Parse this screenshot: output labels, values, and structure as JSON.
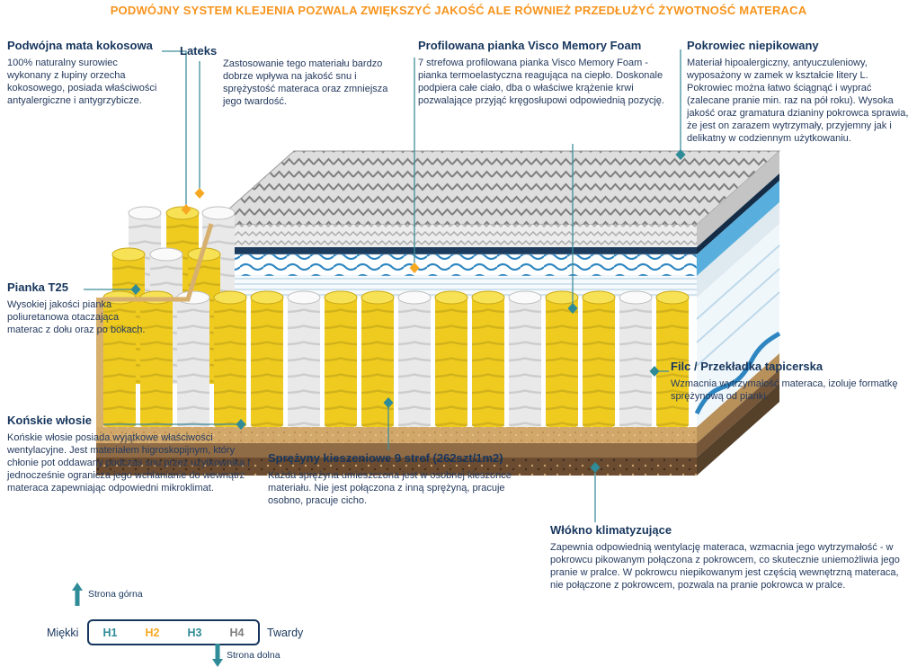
{
  "page": {
    "header": "PODWÓJNY SYSTEM KLEJENIA POZWALA ZWIĘKSZYĆ JAKOŚĆ ALE RÓWNIEŻ PRZEDŁUŻYĆ ŻYWOTNOŚĆ MATERACA"
  },
  "callouts": {
    "coconut_mat": {
      "title": "Podwójna mata kokosowa",
      "body": "100% naturalny surowiec wykonany z łupiny orzecha kokosowego, posiada właściwości antyalergiczne i antygrzybicze."
    },
    "latex": {
      "title": "Lateks",
      "body": "Zastosowanie tego materiału bardzo dobrze wpływa na jakość snu i sprężystość materaca oraz zmniejsza jego twardość."
    },
    "visco": {
      "title": "Profilowana pianka Visco Memory Foam",
      "body": "7 strefowa profilowana pianka Visco Memory Foam - pianka termoelastyczna reagująca na ciepło. Doskonale podpiera całe ciało, dba o właściwe krążenie krwi pozwalające przyjąć kręgosłupowi odpowiednią pozycję."
    },
    "cover": {
      "title": "Pokrowiec niepikowany",
      "body": "Materiał hipoalergiczny, antyuczuleniowy, wyposażony w zamek w kształcie litery L. Pokrowiec można łatwo ściągnąć i wyprać (zalecane pranie min. raz na pół roku). Wysoka jakość oraz gramatura dzianiny pokrowca sprawia, że jest on zarazem wytrzymały, przyjemny jak i delikatny w codziennym użytkowaniu."
    },
    "foam_t25": {
      "title": "Pianka T25",
      "body": "Wysokiej jakości pianka poliuretanowa otaczająca materac z dołu oraz po bokach."
    },
    "horsehair": {
      "title": "Końskie włosie",
      "body": "Końskie włosie posiada wyjątkowe właściwości wentylacyjne. Jest materiałem higroskopijnym, który chłonie pot oddawany podczas snu przez użytkownika i jednocześnie ogranicza jego wchłanianie do wewnątrz materaca zapewniając odpowiedni mikroklimat."
    },
    "springs": {
      "title": "Sprężyny kieszeniowe 9 stref (262szt/1m2)",
      "body": "Każda sprężyna umieszczona jest w osobnej kieszonce materiału. Nie jest połączona z inną sprężyną, pracuje osobno, pracuje cicho."
    },
    "felt": {
      "title": "Filc / Przekładka tapicerska",
      "body": "Wzmacnia wytrzymałość materaca, izoluje formatkę sprężynową od pianki."
    },
    "climate_fiber": {
      "title": "Włókno klimatyzujące",
      "body": "Zapewnia odpowiednią wentylację materaca, wzmacnia jego wytrzymałość - w pokrowcu pikowanym połączona z pokrowcem, co skutecznie uniemożliwia jego pranie w pralce. W pokrowcu niepikowanym jest częścią wewnętrzną materaca, nie połączone z pokrowcem, pozwala na pranie pokrowca w pralce."
    }
  },
  "hardness_scale": {
    "top_label": "Strona górna",
    "bottom_label": "Strona dolna",
    "soft_label": "Miękki",
    "hard_label": "Twardy",
    "levels": [
      {
        "label": "H1",
        "color": "#2E8B97"
      },
      {
        "label": "H2",
        "color": "#F7A823"
      },
      {
        "label": "H3",
        "color": "#2E8B97"
      },
      {
        "label": "H4",
        "color": "#808080"
      }
    ]
  },
  "colors": {
    "accent_orange": "#F7941D",
    "heading_navy": "#17365D",
    "connector_teal": "#3E8E9B",
    "diamond_orange": "#F7A823",
    "diamond_teal": "#2E8B97",
    "spring_yellow": "#EFCB1F"
  }
}
